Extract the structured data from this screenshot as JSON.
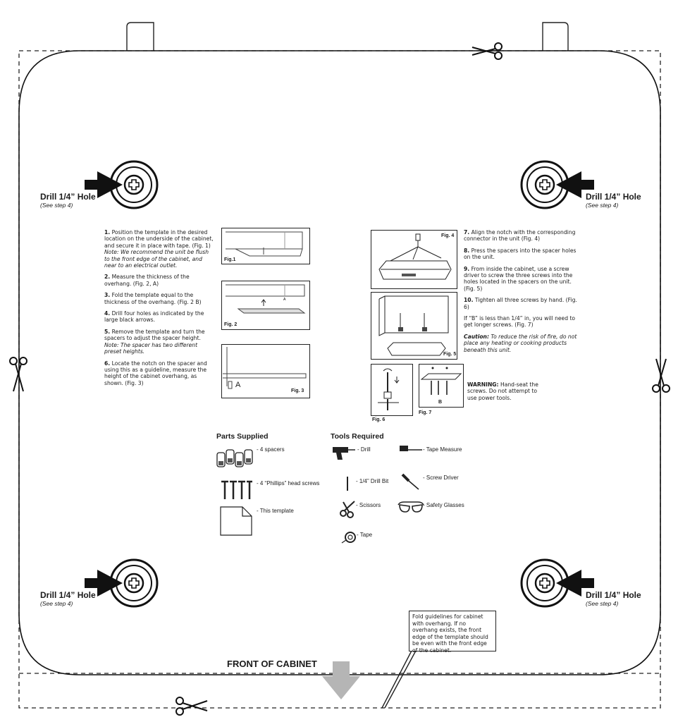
{
  "drill_labels": {
    "top_left": {
      "title": "Drill 1/4” Hole",
      "sub": "(See step 4)"
    },
    "top_right": {
      "title": "Drill 1/4” Hole",
      "sub": "(See step 4)"
    },
    "bottom_left": {
      "title": "Drill 1/4” Hole",
      "sub": "(See step 4)"
    },
    "bottom_right": {
      "title": "Drill 1/4” Hole",
      "sub": "(See step 4)"
    }
  },
  "steps_left": [
    {
      "num": "1.",
      "text": "Position the template in the desired location on the underside of the cabinet, and secure it in place with tape. (Fig. 1)",
      "note": "Note: We recommend the unit be flush to the front edge of the cabinet, and near to an electrical outlet."
    },
    {
      "num": "2.",
      "text": "Measure the thickness of the overhang. (Fig. 2, A)",
      "note": ""
    },
    {
      "num": "3.",
      "text": "Fold the template equal to the thickness of the overhang. (Fig. 2 B)",
      "note": ""
    },
    {
      "num": "4.",
      "text": "Drill four holes as indicated by the large black arrows.",
      "note": ""
    },
    {
      "num": "5.",
      "text": "Remove the template and turn the spacers to adjust the spacer height.",
      "note": "Note: The spacer has two different preset heights."
    },
    {
      "num": "6.",
      "text": "Locate the notch on the spacer and using this as a guideline, measure the height of the cabinet overhang, as shown. (Fig. 3)",
      "note": ""
    }
  ],
  "steps_right": [
    {
      "num": "7.",
      "text": "Align the notch with the corresponding connector in the unit (Fig. 4)"
    },
    {
      "num": "8.",
      "text": "Press the spacers into the spacer holes on the unit."
    },
    {
      "num": "9.",
      "text": "From inside the cabinet, use a screw driver to screw the three screws into the holes located in the spacers on the unit. (Fig. 5)"
    },
    {
      "num": "10.",
      "text": "Tighten all three screws by hand. (Fig. 6)"
    },
    {
      "num": "",
      "text": "If “B” is less than 1/4” in, you will need to get longer screws. (Fig. 7)"
    }
  ],
  "caution": {
    "label": "Caution:",
    "text": "To reduce the risk of fire, do not place any heating or cooking products beneath this unit."
  },
  "warning": {
    "label": "WARNING:",
    "text": "Hand-seat the screws. Do not attempt to use power tools."
  },
  "figures": {
    "fig1": "Fig.1",
    "fig2": "Fig. 2",
    "fig3": "Fig. 3",
    "fig4": "Fig. 4",
    "fig5": "Fig. 5",
    "fig6": "Fig. 6",
    "fig7": "Fig. 7",
    "fig3_marker": "A",
    "fig7_marker": "B"
  },
  "parts": {
    "title": "Parts Supplied",
    "items": [
      "- 4 spacers",
      "- 4 “Phillips” head screws",
      "- This template"
    ]
  },
  "tools": {
    "title": "Tools Required",
    "items": [
      "- Drill",
      "- Tape Measure",
      "- 1/4” Drill Bit",
      "- Screw Driver",
      "- Scissors",
      "- Safety Glasses",
      "- Tape"
    ]
  },
  "fold_note": "Fold guidelines for cabinet with overhang. If no overhang exists, the front edge of the template should be even with the front edge of the cabinet.",
  "front_label": "FRONT OF CABINET",
  "colors": {
    "ink": "#1b1b1b",
    "arrow_gray": "#b5b5b5"
  }
}
